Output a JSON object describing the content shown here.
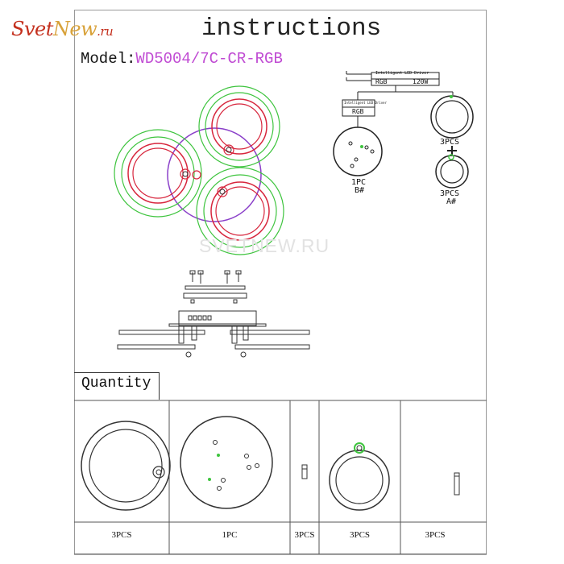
{
  "logo": {
    "part1": "Svet",
    "part2": "New",
    "domain": ".ru"
  },
  "header": {
    "title": "instructions"
  },
  "model": {
    "label": "Model:",
    "code": "WD5004/7C-CR-RGB"
  },
  "watermark": "SVETNEW.RU",
  "wiring": {
    "driver_title": "Intelligent LED Driver",
    "driver_rgb": "RGB",
    "driver_power": "120W",
    "sub_driver_title": "Intelligent LED Driver",
    "sub_driver_rgb": "RGB",
    "center_count": "1PC",
    "center_code": "B#",
    "ring_large_count": "3PCS",
    "ring_small_count": "3PCS",
    "ring_small_code": "A#",
    "plus": "+"
  },
  "quantity": {
    "label": "Quantity",
    "counts": [
      "3PCS",
      "1PC",
      "3PCS",
      "3PCS",
      "3PCS"
    ]
  },
  "colors": {
    "logo_red": "#c4301e",
    "logo_gold": "#d8a23a",
    "model_code": "#c04bd3",
    "ring_green": "#3ec43e",
    "ring_red": "#d7263d",
    "ring_purple": "#8a3fc9"
  }
}
